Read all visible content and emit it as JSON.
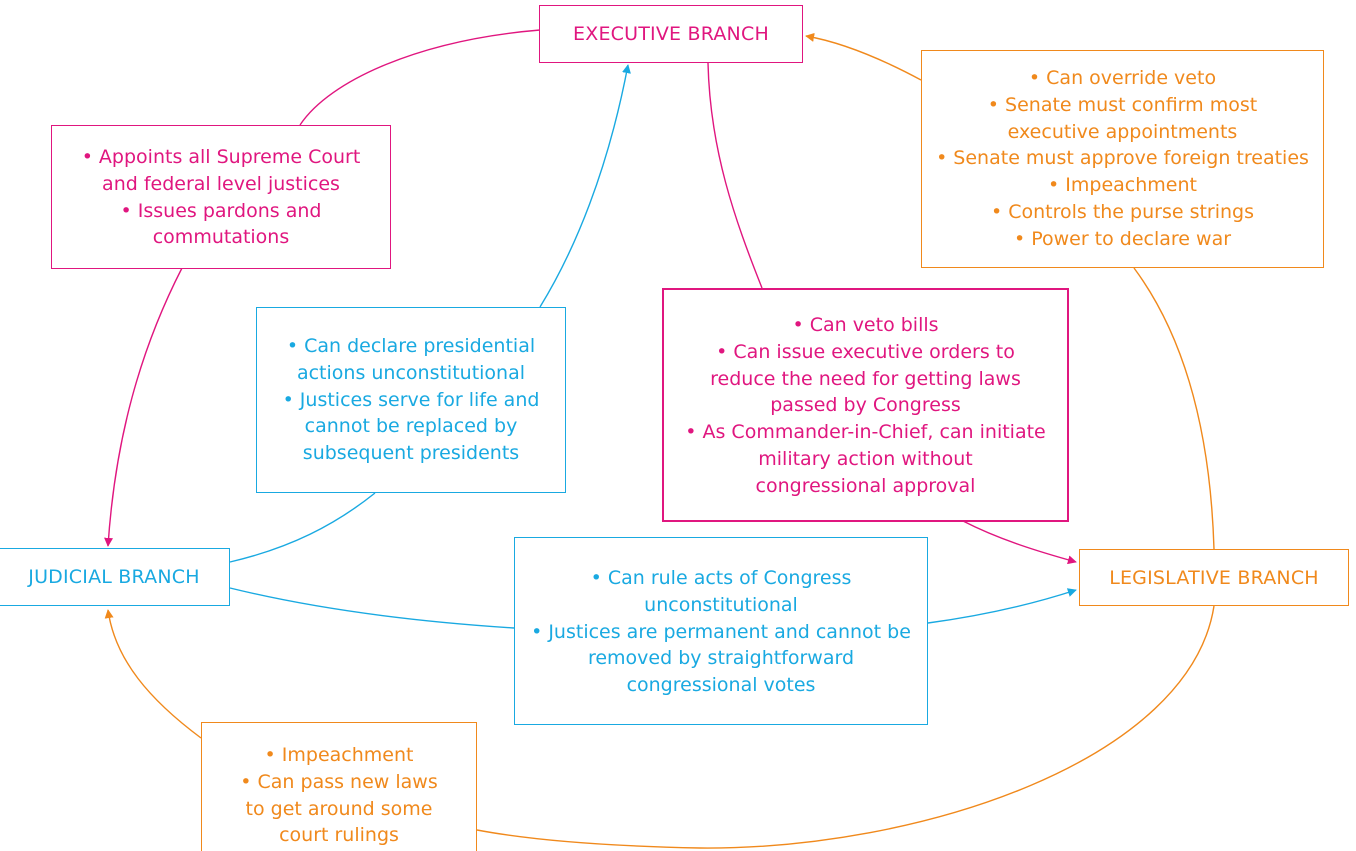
{
  "colors": {
    "executive": "#e0167f",
    "judicial": "#19a9e1",
    "legislative": "#f0891c"
  },
  "branches": {
    "executive": "EXECUTIVE BRANCH",
    "judicial": "JUDICIAL BRANCH",
    "legislative": "LEGISLATIVE BRANCH"
  },
  "checks": {
    "executive_on_judicial": [
      "• Appoints all Supreme Court",
      "and federal level justices",
      "• Issues pardons and",
      "commutations"
    ],
    "executive_on_legislative": [
      "• Can veto bills",
      "• Can issue executive orders to",
      "reduce the need for getting laws",
      "passed by Congress",
      "• As Commander-in-Chief, can initiate",
      "military action without",
      "congressional approval"
    ],
    "judicial_on_executive": [
      "• Can declare presidential",
      "actions unconstitutional",
      "• Justices serve for life and",
      "cannot be replaced by",
      "subsequent presidents"
    ],
    "judicial_on_legislative": [
      "• Can rule acts of Congress",
      "unconstitutional",
      "• Justices are permanent and cannot be",
      "removed by straightforward",
      "congressional votes"
    ],
    "legislative_on_executive": [
      "• Can override veto",
      "• Senate must confirm most",
      "executive appointments",
      "• Senate must approve foreign treaties",
      "• Impeachment",
      "• Controls the purse strings",
      "• Power to declare war"
    ],
    "legislative_on_judicial": [
      "• Impeachment",
      "• Can pass new laws",
      "to get around some",
      "court rulings"
    ]
  }
}
